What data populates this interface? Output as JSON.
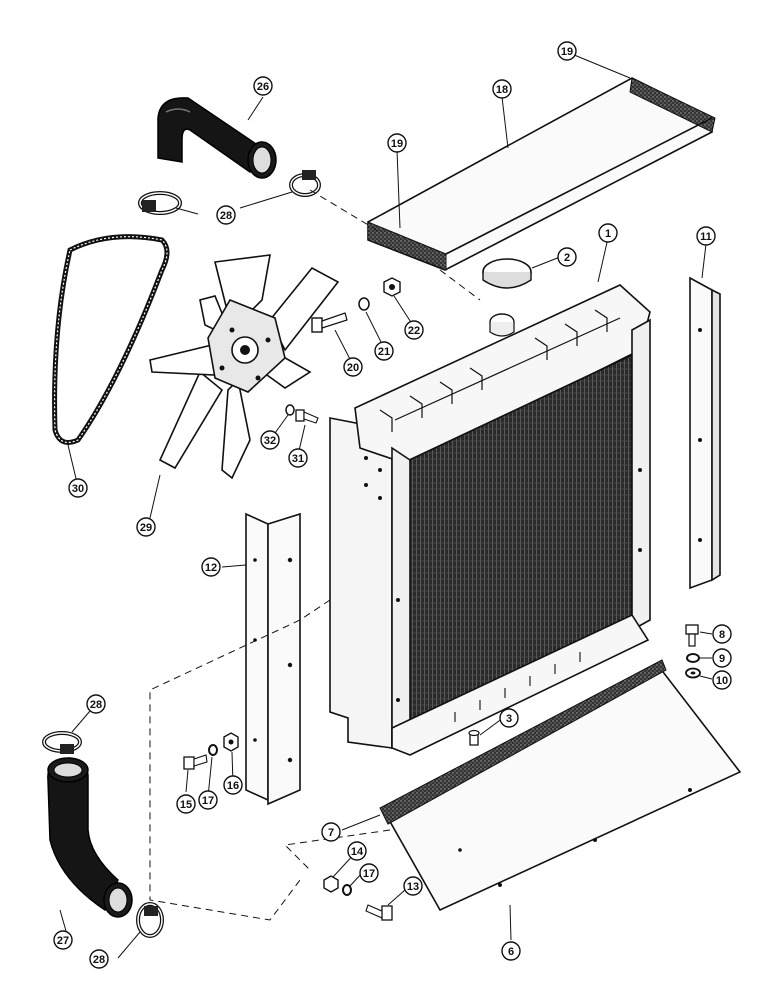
{
  "diagram": {
    "parts": [
      {
        "id": "1"
      },
      {
        "id": "2"
      },
      {
        "id": "3"
      },
      {
        "id": "6"
      },
      {
        "id": "7"
      },
      {
        "id": "8"
      },
      {
        "id": "9"
      },
      {
        "id": "10"
      },
      {
        "id": "11"
      },
      {
        "id": "12"
      },
      {
        "id": "13"
      },
      {
        "id": "14"
      },
      {
        "id": "15"
      },
      {
        "id": "16"
      },
      {
        "id": "17a"
      },
      {
        "id": "17b"
      },
      {
        "id": "18"
      },
      {
        "id": "19a"
      },
      {
        "id": "19b"
      },
      {
        "id": "20"
      },
      {
        "id": "21"
      },
      {
        "id": "22"
      },
      {
        "id": "26"
      },
      {
        "id": "27"
      },
      {
        "id": "28a"
      },
      {
        "id": "28b"
      },
      {
        "id": "28c"
      },
      {
        "id": "28d"
      },
      {
        "id": "29"
      },
      {
        "id": "30"
      },
      {
        "id": "31"
      },
      {
        "id": "32"
      }
    ],
    "labels": {
      "p1": "1",
      "p2": "2",
      "p3": "3",
      "p6": "6",
      "p7": "7",
      "p8": "8",
      "p9": "9",
      "p10": "10",
      "p11": "11",
      "p12": "12",
      "p13": "13",
      "p14": "14",
      "p15": "15",
      "p16": "16",
      "p17a": "17",
      "p17b": "17",
      "p18": "18",
      "p19a": "19",
      "p19b": "19",
      "p20": "20",
      "p21": "21",
      "p22": "22",
      "p26": "26",
      "p27": "27",
      "p28a": "28",
      "p28b": "28",
      "p28c": "28",
      "p28d": "28",
      "p29": "29",
      "p30": "30",
      "p31": "31",
      "p32": "32"
    }
  }
}
